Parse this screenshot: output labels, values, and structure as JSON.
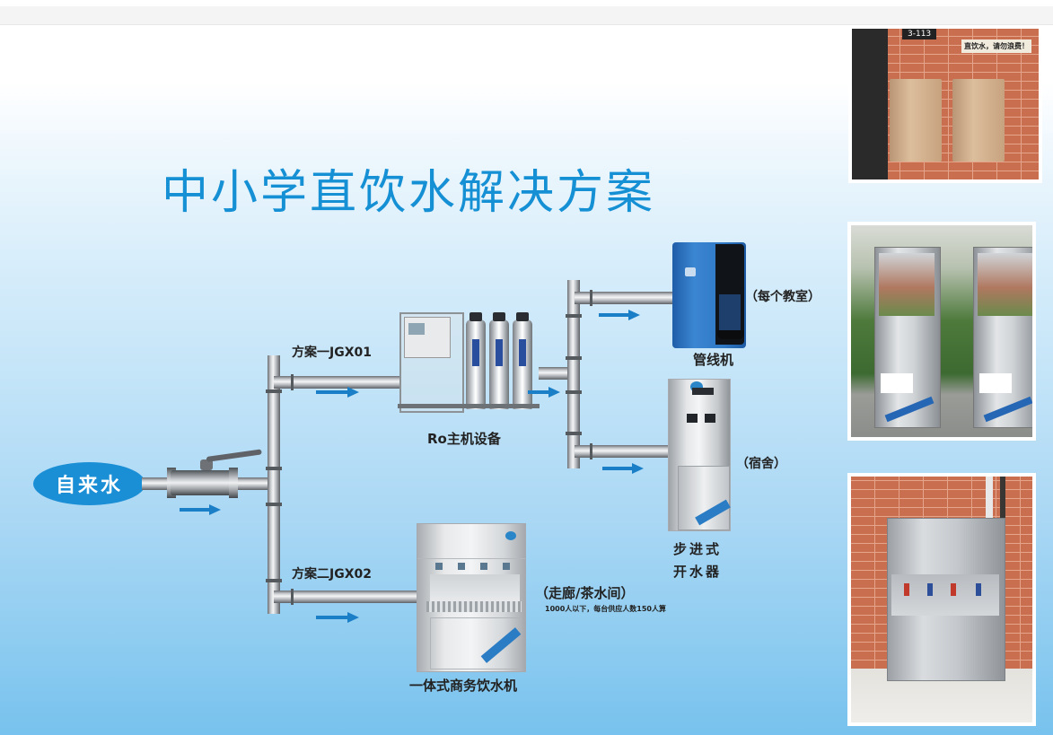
{
  "header": {
    "title": "中小学直饮水解决方案"
  },
  "diagram": {
    "source": {
      "label": "自来水"
    },
    "branches": [
      {
        "id": "plan1",
        "label": "方案一JGX01"
      },
      {
        "id": "plan2",
        "label": "方案二JGX02"
      }
    ],
    "equipment": {
      "ro_unit": {
        "label": "Ro主机设备"
      },
      "pipeline_machine": {
        "label": "管线机",
        "location": "（每个教室）"
      },
      "boiler": {
        "label_line1": "步进式",
        "label_line2": "开水器",
        "location": "（宿舍）"
      },
      "commercial_dispenser": {
        "label": "一体式商务饮水机",
        "location": "（走廊/茶水间）",
        "note": "1000人以下，每台供应人数150人算"
      }
    },
    "colors": {
      "title": "#1590d4",
      "arrow": "#1b7fc8",
      "source_fill": "#1b8fd6",
      "pipe": "#9ea3a8"
    }
  },
  "photos": [
    {
      "id": "photo-classroom",
      "room_number": "3-113",
      "sign_text": "直饮水，请勿浪费！"
    },
    {
      "id": "photo-outdoor"
    },
    {
      "id": "photo-corridor"
    }
  ]
}
